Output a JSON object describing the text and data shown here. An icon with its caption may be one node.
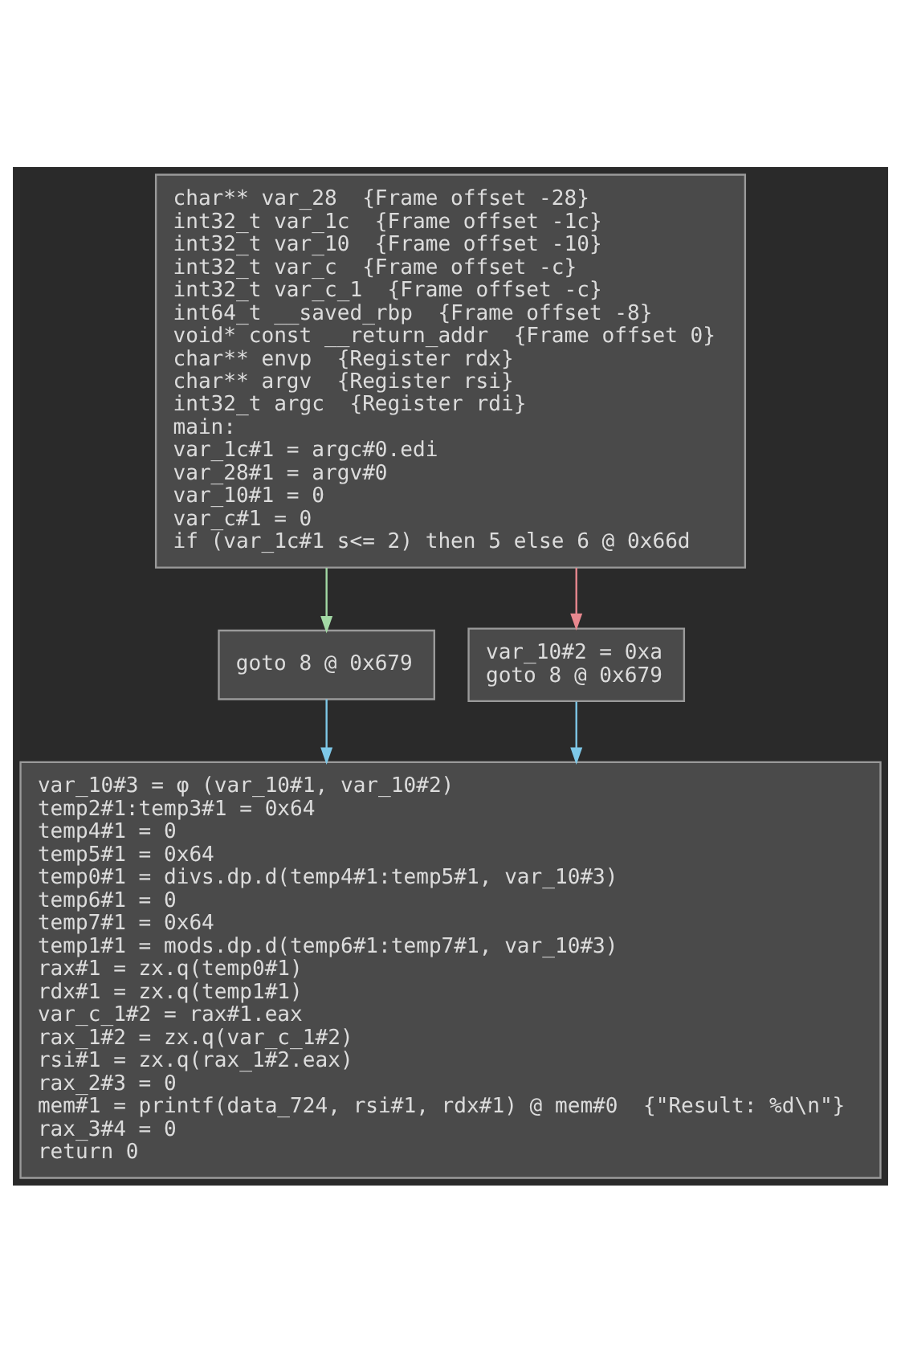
{
  "diagram": {
    "nodes": [
      {
        "text": [
          "char** var_28  {Frame offset -28}",
          "int32_t var_1c  {Frame offset -1c}",
          "int32_t var_10  {Frame offset -10}",
          "int32_t var_c  {Frame offset -c}",
          "int32_t var_c_1  {Frame offset -c}",
          "int64_t __saved_rbp  {Frame offset -8}",
          "void* const __return_addr  {Frame offset 0}",
          "char** envp  {Register rdx}",
          "char** argv  {Register rsi}",
          "int32_t argc  {Register rdi}",
          "main:",
          "var_1c#1 = argc#0.edi",
          "var_28#1 = argv#0",
          "var_10#1 = 0",
          "var_c#1 = 0",
          "if (var_1c#1 s<= 2) then 5 else 6 @ 0x66d"
        ]
      },
      {
        "text": [
          "goto 8 @ 0x679"
        ]
      },
      {
        "text": [
          "var_10#2 = 0xa",
          "goto 8 @ 0x679"
        ]
      },
      {
        "text": [
          "var_10#3 = φ (var_10#1, var_10#2)",
          "temp2#1:temp3#1 = 0x64",
          "temp4#1 = 0",
          "temp5#1 = 0x64",
          "temp0#1 = divs.dp.d(temp4#1:temp5#1, var_10#3)",
          "temp6#1 = 0",
          "temp7#1 = 0x64",
          "temp1#1 = mods.dp.d(temp6#1:temp7#1, var_10#3)",
          "rax#1 = zx.q(temp0#1)",
          "rdx#1 = zx.q(temp1#1)",
          "var_c_1#2 = rax#1.eax",
          "rax_1#2 = zx.q(var_c_1#2)",
          "rsi#1 = zx.q(rax_1#2.eax)",
          "rax_2#3 = 0",
          "mem#1 = printf(data_724, rsi#1, rdx#1) @ mem#0  {\"Result: %d\\n\"}",
          "rax_3#4 = 0",
          "return 0"
        ]
      }
    ],
    "edges": [
      {
        "from": 0,
        "to": 1,
        "arrow": "to",
        "color": "#a3d9a5"
      },
      {
        "from": 0,
        "to": 2,
        "arrow": "to",
        "color": "#e8888f"
      },
      {
        "from": 1,
        "to": 3,
        "arrow": "to"
      },
      {
        "from": 2,
        "to": 3,
        "arrow": "to"
      }
    ]
  }
}
